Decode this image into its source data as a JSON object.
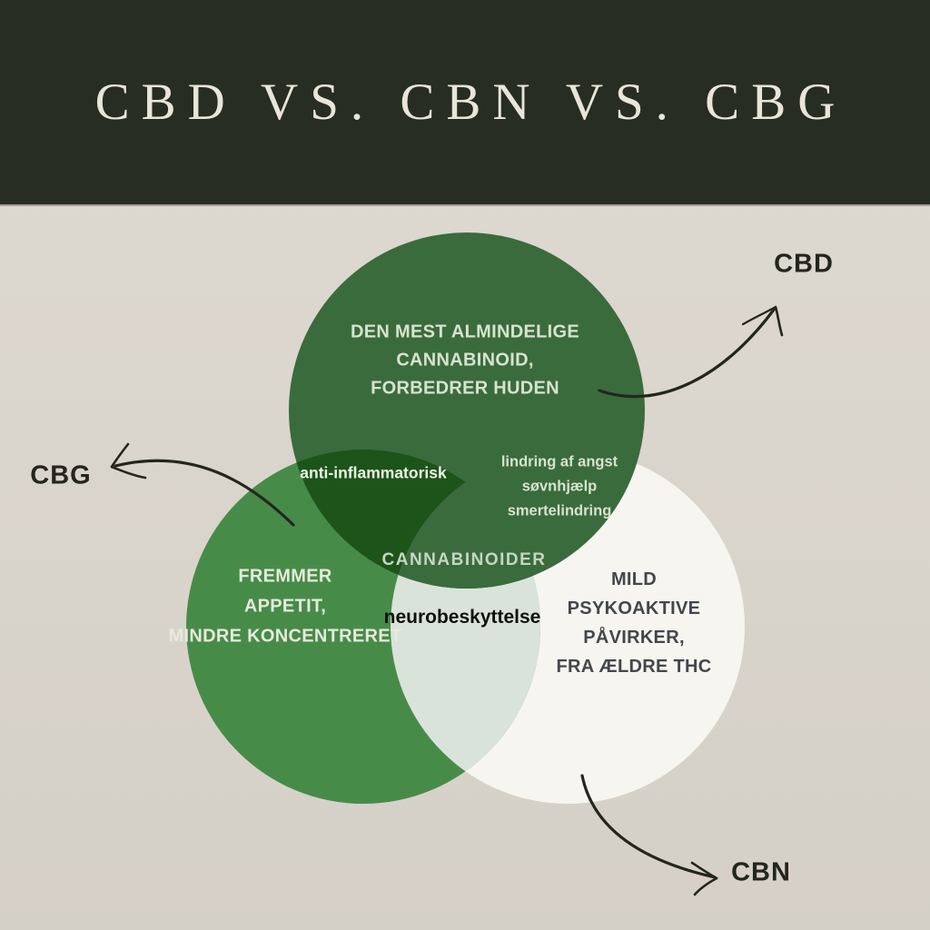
{
  "title": "CBD VS. CBN VS. CBG",
  "colors": {
    "header_bg": "#272D22",
    "page_bg": "#D8D3CA",
    "title_text": "#E9E5D9",
    "top_circle": "#3A6B3D",
    "left_circle": "#478B49",
    "right_circle": "#F7F5EF",
    "top_left_overlap": "#1D5419",
    "left_right_overlap": "#DAE3DA",
    "arrow": "#23261C"
  },
  "venn": {
    "top": {
      "tag": "CBD",
      "lines": [
        "DEN MEST ALMINDELIGE",
        "CANNABINOID,",
        "FORBEDRER HUDEN"
      ]
    },
    "left": {
      "tag": "CBG",
      "lines": [
        "FREMMER",
        "APPETIT,",
        "MINDRE KONCENTRERET"
      ]
    },
    "right": {
      "tag": "CBN",
      "lines": [
        "MILD",
        "PSYKOAKTIVE",
        "PÅVIRKER,",
        "FRA ÆLDRE THC"
      ]
    },
    "intersections": {
      "top_left": "anti-inflammatorisk",
      "top_right_lines": [
        "lindring af angst",
        "søvnhjælp",
        "smertelindring"
      ],
      "center": "CANNABINOIDER",
      "left_right": "neurobeskyttelse"
    }
  }
}
